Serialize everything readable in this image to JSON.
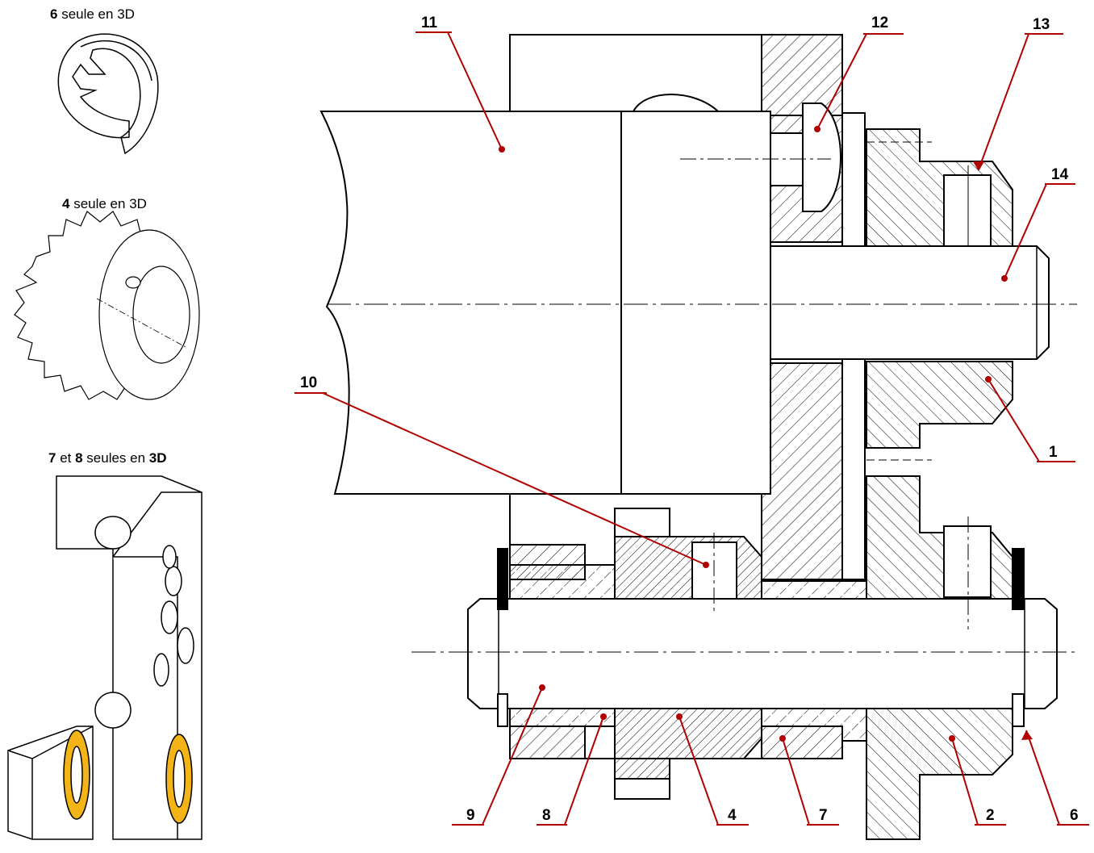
{
  "captions": {
    "part6": {
      "num": "6",
      "text": " seule en 3D"
    },
    "part4": {
      "num": "4",
      "text": " seule en 3D"
    },
    "parts78": {
      "num1": "7",
      "mid": " et ",
      "num2": "8",
      "text": " seules en ",
      "tail": "3D"
    }
  },
  "labels": [
    {
      "id": "11",
      "text": "11"
    },
    {
      "id": "12",
      "text": "12"
    },
    {
      "id": "13",
      "text": "13"
    },
    {
      "id": "14",
      "text": "14"
    },
    {
      "id": "10",
      "text": "10"
    },
    {
      "id": "1",
      "text": "1"
    },
    {
      "id": "9",
      "text": "9"
    },
    {
      "id": "8",
      "text": "8"
    },
    {
      "id": "4",
      "text": "4"
    },
    {
      "id": "7",
      "text": "7"
    },
    {
      "id": "2",
      "text": "2"
    },
    {
      "id": "6",
      "text": "6"
    }
  ],
  "colors": {
    "leader": "#b00000",
    "outline": "#000000",
    "bushing": "#f2b416"
  }
}
